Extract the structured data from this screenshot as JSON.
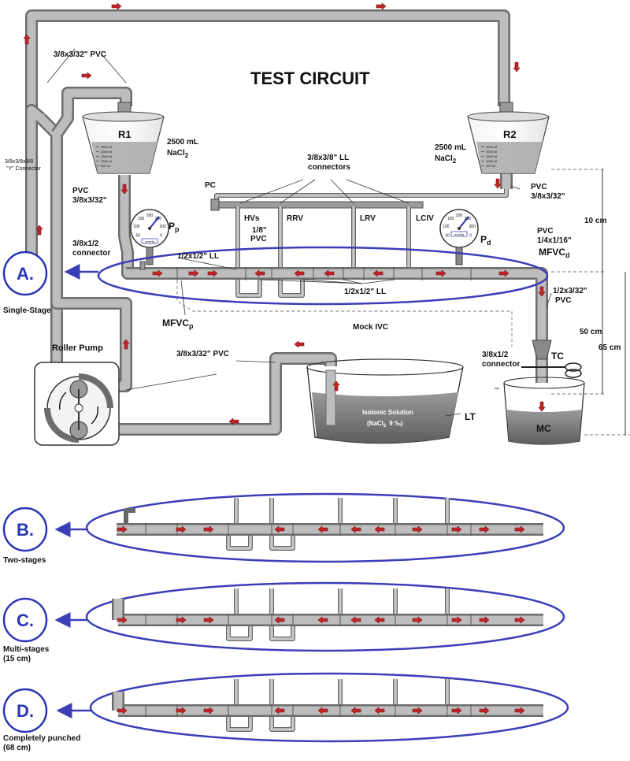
{
  "title": "TEST CIRCUIT",
  "labels": {
    "pvc_top": "3/8x3/32\" PVC",
    "y_connector": "3/8x3/8x3/8\n\"Y\" Connector",
    "r1": "R1",
    "r2": "R2",
    "r1_volume": "2500 mL",
    "r1_nacl": "NaCl",
    "r2_volume": "2500 mL",
    "r2_nacl": "NaCl",
    "nacl_sub": "2",
    "pvc_r1": "PVC\n3/8x3/32\"",
    "pvc_r2": "PVC\n3/8x3/32\"",
    "ll_connectors": "3/8x3/8\" LL\nconnectors",
    "pc": "PC",
    "hvs": "HVs",
    "rrv": "RRV",
    "lrv": "LRV",
    "lciv": "LCIV",
    "pvc_18": "1/8\"\nPVC",
    "pp": "P",
    "pp_sub": "p",
    "pd": "P",
    "pd_sub": "d",
    "conn_left": "3/8x1/2\nconnector",
    "ll_top": "1/2x1/2\" LL",
    "ll_bottom": "1/2x1/2\" LL",
    "pvc_14": "PVC\n1/4x1/16\"",
    "mfvcd": "MFVC",
    "mfvcd_sub": "d",
    "mfvcp": "MFVC",
    "mfvcp_sub": "p",
    "mock_ivc": "Mock IVC",
    "pvc_12": "1/2x3/32\"\nPVC",
    "conn_right": "3/8x1/2\nconnector",
    "tc": "TC",
    "mc": "MC",
    "lt": "LT",
    "roller_pump": "Roller Pump",
    "pvc_pump": "3/8x3/32\" PVC",
    "isotonic": "Isotonic Solution",
    "isotonic_conc": "(NaCl",
    "isotonic_conc2": "9 ‰)",
    "dim_10": "10 cm",
    "dim_50": "50 cm",
    "dim_65": "65 cm",
    "single_stage": "Single-Stage",
    "two_stages": "Two-stages",
    "multi_stages": "Multi-stages\n(15 cm)",
    "completely": "Completely punched\n(68 cm)"
  },
  "sections": [
    "A.",
    "B.",
    "C.",
    "D."
  ],
  "gauge_marks": [
    "50",
    "100",
    "150",
    "200",
    "250",
    "300",
    "0"
  ],
  "beaker_marks": [
    "2500 ml",
    "2000 ml",
    "1500 ml",
    "1000 ml",
    "500 ml"
  ],
  "gauge_unit": "mmHg",
  "colors": {
    "pipe": "#6d6d6d",
    "pipe_fill": "#bdbdbd",
    "arrow": "#c0252a",
    "oval": "#3a3fb8",
    "liquid": "#7a7a7a"
  }
}
